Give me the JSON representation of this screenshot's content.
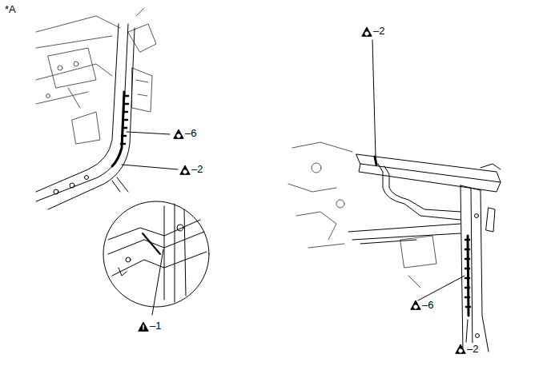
{
  "diagram": {
    "labels": [
      "*A",
      "–6",
      "–2",
      "–1",
      "–2",
      "–6",
      "–2"
    ]
  }
}
